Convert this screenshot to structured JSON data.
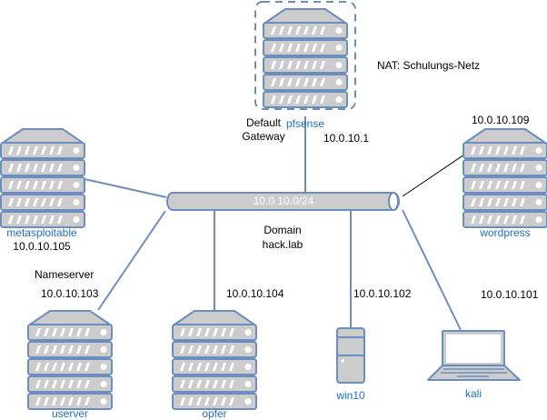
{
  "colors": {
    "stroke": "#6c8ebf",
    "fill": "#cccccc",
    "stripe": "#ffffff",
    "label_blue": "#1f6fc5",
    "text": "#000000",
    "black_link": "#000000"
  },
  "network": {
    "label": "10.0.10.0/24",
    "domain_line1": "Domain",
    "domain_line2": "hack.lab"
  },
  "nat_label": "NAT: Schulungs-Netz",
  "nodes": {
    "pfsense": {
      "name": "pfsense",
      "ip": "10.0.10.1",
      "role_line1": "Default",
      "role_line2": "Gateway",
      "icon": "server-rack-icon"
    },
    "metasploitable": {
      "name": "metasploitable",
      "ip": "10.0.10.105",
      "icon": "server-rack-icon"
    },
    "wordpress": {
      "name": "wordpress",
      "ip": "10.0.10.109",
      "icon": "server-rack-icon"
    },
    "userver": {
      "name": "userver",
      "ip": "10.0.10.103",
      "role": "Nameserver",
      "icon": "server-rack-icon"
    },
    "opfer": {
      "name": "opfer",
      "ip": "10.0.10.104",
      "icon": "server-rack-icon"
    },
    "win10": {
      "name": "win10",
      "ip": "10.0.10.102",
      "icon": "desktop-tower-icon"
    },
    "kali": {
      "name": "kali",
      "ip": "10.0.10.101",
      "icon": "laptop-icon"
    }
  }
}
